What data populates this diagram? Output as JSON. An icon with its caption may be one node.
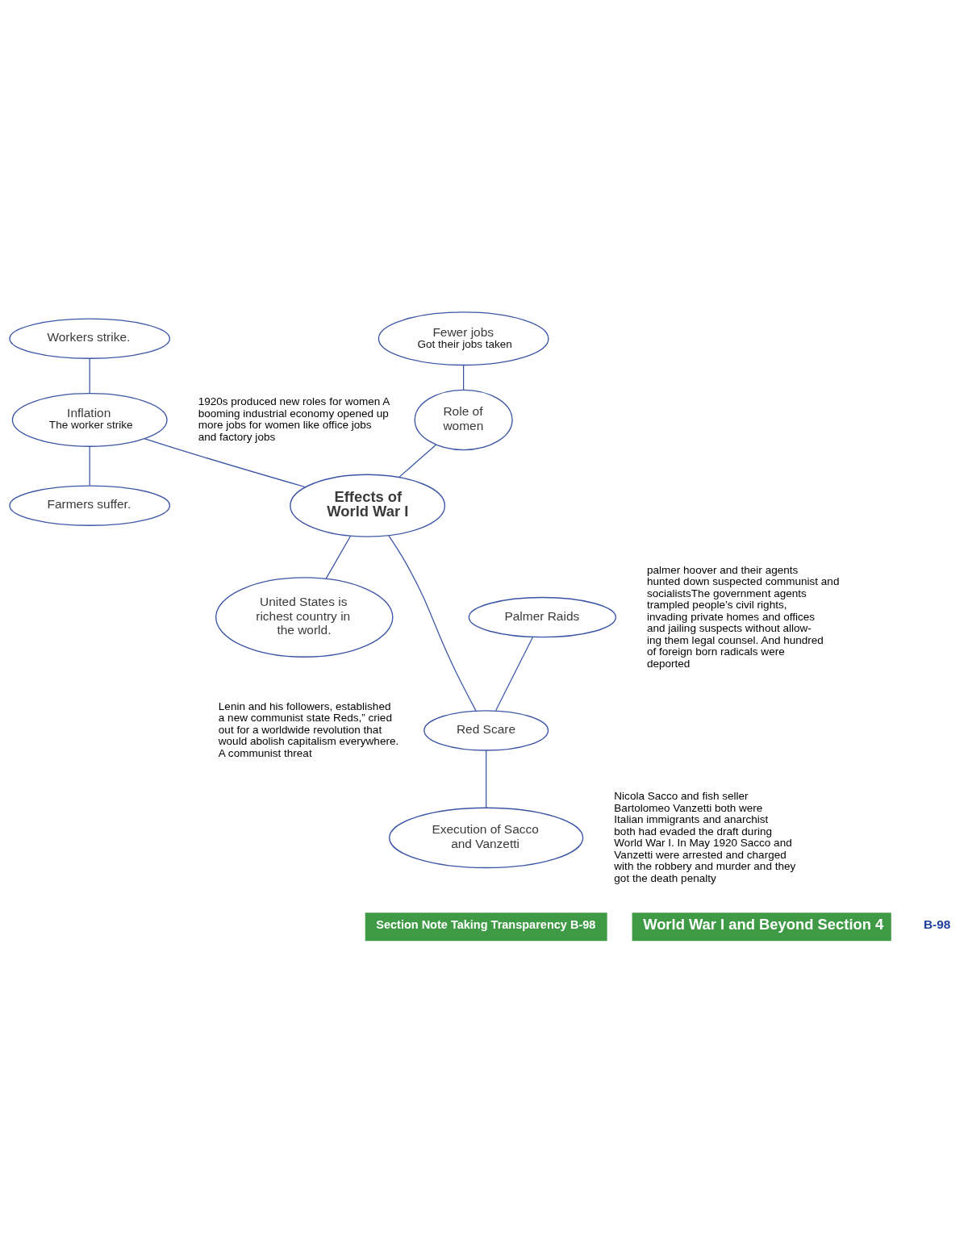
{
  "diagram": {
    "nodes": [
      {
        "text": [
          "Workers strike."
        ]
      },
      {
        "text": [
          "Fewer jobs",
          "Got their jobs taken"
        ]
      },
      {
        "text": [
          "Inflation",
          "The worker strike"
        ]
      },
      {
        "text": [
          "Farmers suffer."
        ]
      },
      {
        "text": [
          "Role of women"
        ],
        "beside": [
          "1920s produced new roles for women A booming industrial economy opened up more jobs for women like office jobs and factory jobs"
        ]
      },
      {
        "text": [
          "Effects of World War I"
        ]
      },
      {
        "text": [
          "United States is richest country in the world."
        ]
      },
      {
        "text": [
          "Palmer Raids"
        ],
        "beside": [
          "palmer hoover and their agents hunted down suspected communist and socialistsThe government agents trampled people’s civil rights, invading private homes and offices and jailing suspects without allow- ing them legal counsel. And hundred of foreign born radicals were deported"
        ]
      },
      {
        "text": [
          "Red Scare"
        ],
        "beside": [
          "Lenin and his followers, established a new communist state Reds,” cried out for a worldwide revolution that would abolish capitalism everywhere. A communist threat"
        ]
      },
      {
        "text": [
          "Execution of Sacco and Vanzetti"
        ],
        "beside": [
          "Nicola Sacco and fish seller Bartolomeo Vanzetti both were Italian immigrants and anarchist both had evaded the draft during World War I. In May 1920 Sacco and Vanzetti were arrested and charged with the robbery and murder and they got the death penalty"
        ]
      }
    ],
    "edges": [
      {
        "from": 0,
        "to": 2,
        "arrow": "none"
      },
      {
        "from": 2,
        "to": 3,
        "arrow": "none"
      },
      {
        "from": 2,
        "to": 5,
        "arrow": "none"
      },
      {
        "from": 1,
        "to": 4,
        "arrow": "none"
      },
      {
        "from": 4,
        "to": 5,
        "arrow": "none"
      },
      {
        "from": 5,
        "to": 6,
        "arrow": "none"
      },
      {
        "from": 5,
        "to": 8,
        "arrow": "none"
      },
      {
        "from": 7,
        "to": 8,
        "arrow": "none"
      },
      {
        "from": 8,
        "to": 9,
        "arrow": "none"
      }
    ],
    "labels": [
      "Section Note Taking Transparency B-98",
      "World War I and Beyond Section 4",
      "B-98"
    ]
  }
}
